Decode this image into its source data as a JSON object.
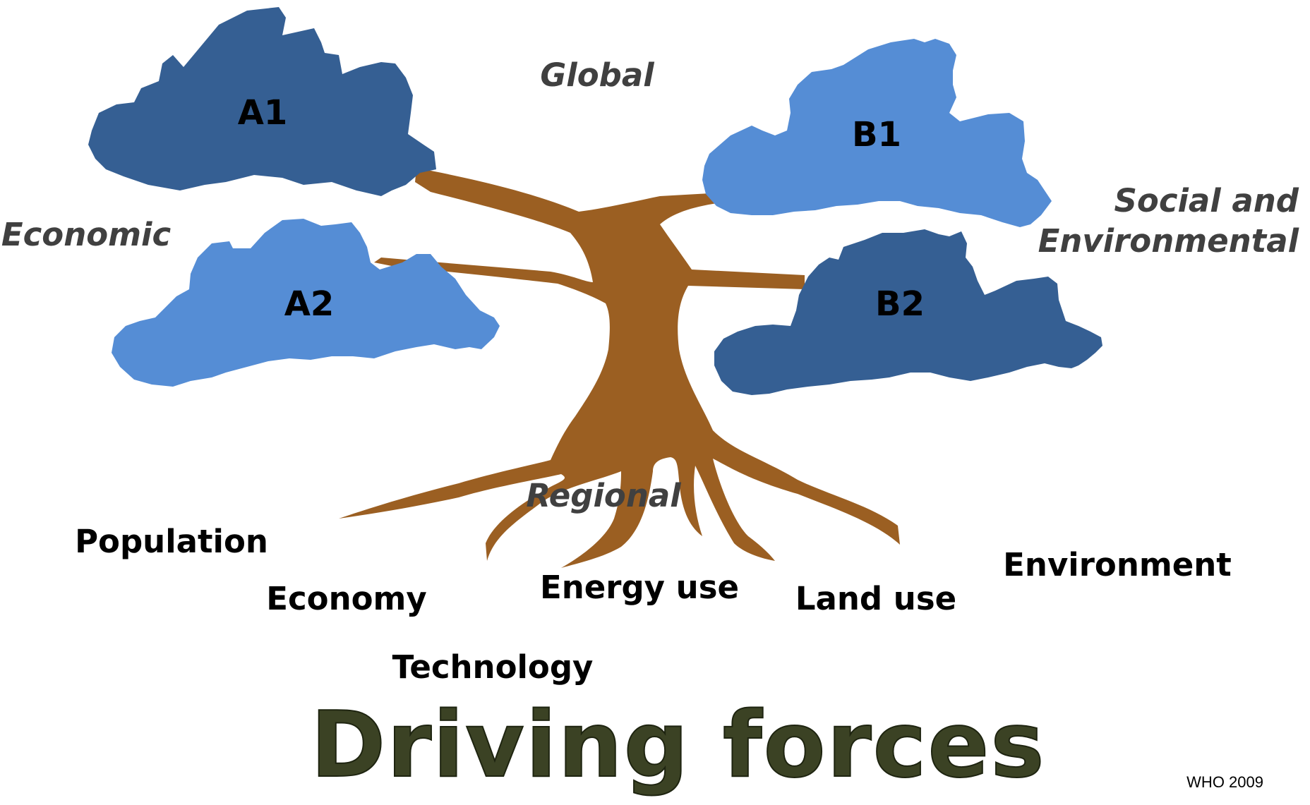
{
  "scenarios": {
    "a1": {
      "label": "A1",
      "color": "#355f93"
    },
    "a2": {
      "label": "A2",
      "color": "#558dd5"
    },
    "b1": {
      "label": "B1",
      "color": "#558dd5"
    },
    "b2": {
      "label": "B2",
      "color": "#355f93"
    }
  },
  "axes": {
    "global": "Global",
    "regional": "Regional",
    "economic": "Economic",
    "social_line1": "Social and",
    "social_line2": "Environmental"
  },
  "forces": {
    "population": "Population",
    "economy": "Economy",
    "technology": "Technology",
    "energy_use": "Energy use",
    "land_use": "Land use",
    "environment": "Environment"
  },
  "title": "Driving forces",
  "credit": "WHO 2009",
  "colors": {
    "trunk": "#9b5f22",
    "title_fill": "#3b4224"
  }
}
